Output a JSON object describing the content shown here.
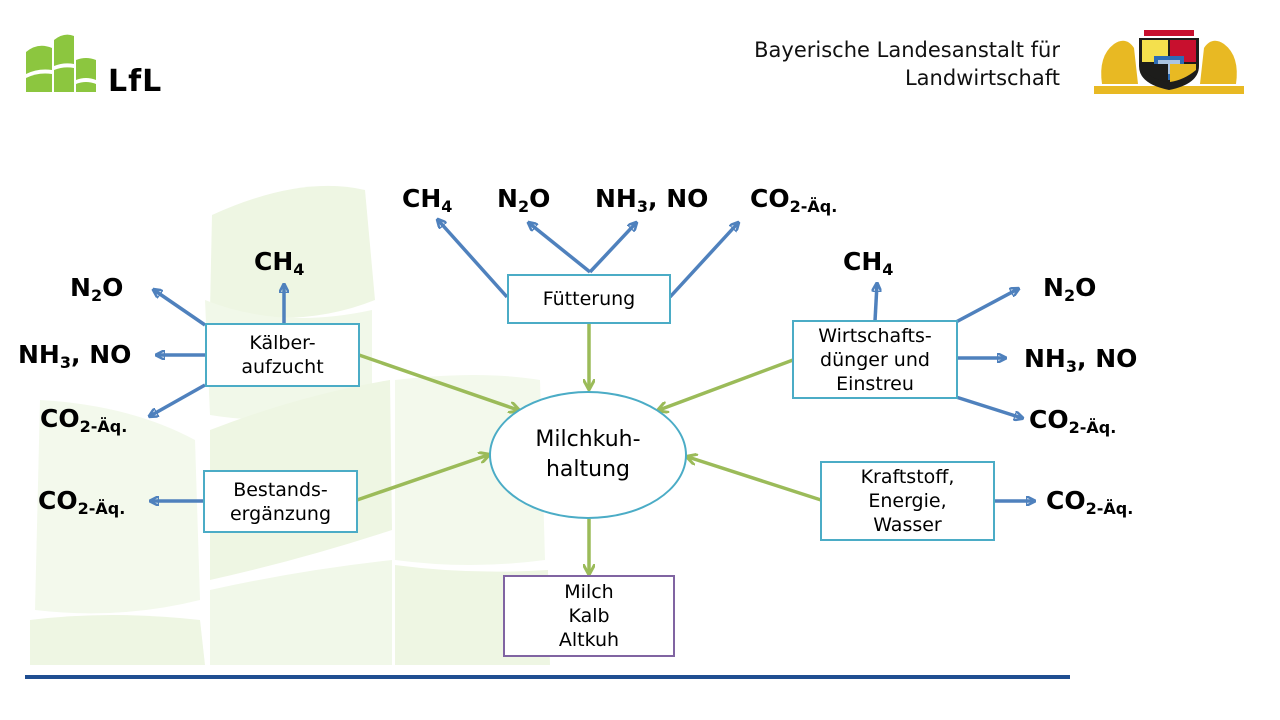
{
  "header": {
    "logo_text": "LfL",
    "org_line1": "Bayerische Landesanstalt für",
    "org_line2": "Landwirtschaft"
  },
  "colors": {
    "box_border": "#4bacc6",
    "output_border": "#8064a2",
    "emission_arrow": "#4f81bd",
    "flow_arrow": "#9bbb59",
    "bottom_line": "#1f4e91",
    "logo_green": "#8cc63f"
  },
  "center": {
    "line1": "Milchkuh-",
    "line2": "haltung"
  },
  "boxes": {
    "fuetterung": {
      "line1": "Fütterung"
    },
    "kaelber": {
      "line1": "Kälber-",
      "line2": "aufzucht"
    },
    "bestand": {
      "line1": "Bestands-",
      "line2": "ergänzung"
    },
    "wirtschaft": {
      "line1": "Wirtschafts-",
      "line2": "dünger und",
      "line3": "Einstreu"
    },
    "kraftstoff": {
      "line1": "Kraftstoff,",
      "line2": "Energie,",
      "line3": "Wasser"
    },
    "output": {
      "line1": "Milch",
      "line2": "Kalb",
      "line3": "Altkuh"
    }
  },
  "gases": {
    "ch4": {
      "main": "CH",
      "sub": "4"
    },
    "n2o": {
      "main": "N",
      "sub": "2",
      "rest": "O"
    },
    "nh3no": {
      "main": "NH",
      "sub": "3",
      "rest": ", NO"
    },
    "co2": {
      "main": "CO",
      "sub": "2-Äq."
    }
  },
  "icons": [
    "lfl-leaf-logo-icon",
    "bavarian-coat-of-arms-icon"
  ]
}
